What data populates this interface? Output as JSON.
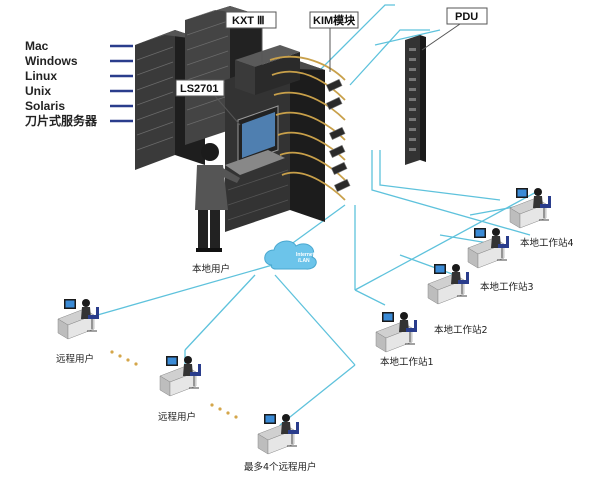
{
  "os_list": [
    "Mac",
    "Windows",
    "Linux",
    "Unix",
    "Solaris",
    "刀片式服务器"
  ],
  "callouts": {
    "kxt": "KXT Ⅲ",
    "kim": "KIM模块",
    "pdu": "PDU",
    "ls": "LS2701"
  },
  "local_user": "本地用户",
  "cloud": {
    "line1": "Internet",
    "line2": "/LAN"
  },
  "remote_users": [
    "远程用户",
    "远程用户",
    "最多4个远程用户"
  ],
  "workstations": [
    "本地工作站1",
    "本地工作站2",
    "本地工作站3",
    "本地工作站4"
  ],
  "colors": {
    "cable": "#5ec2dc",
    "rack": "#2e2e2e",
    "kim_cable": "#c8a04a",
    "cloud": "#6cc4ea",
    "chair": "#2a3d8c"
  }
}
